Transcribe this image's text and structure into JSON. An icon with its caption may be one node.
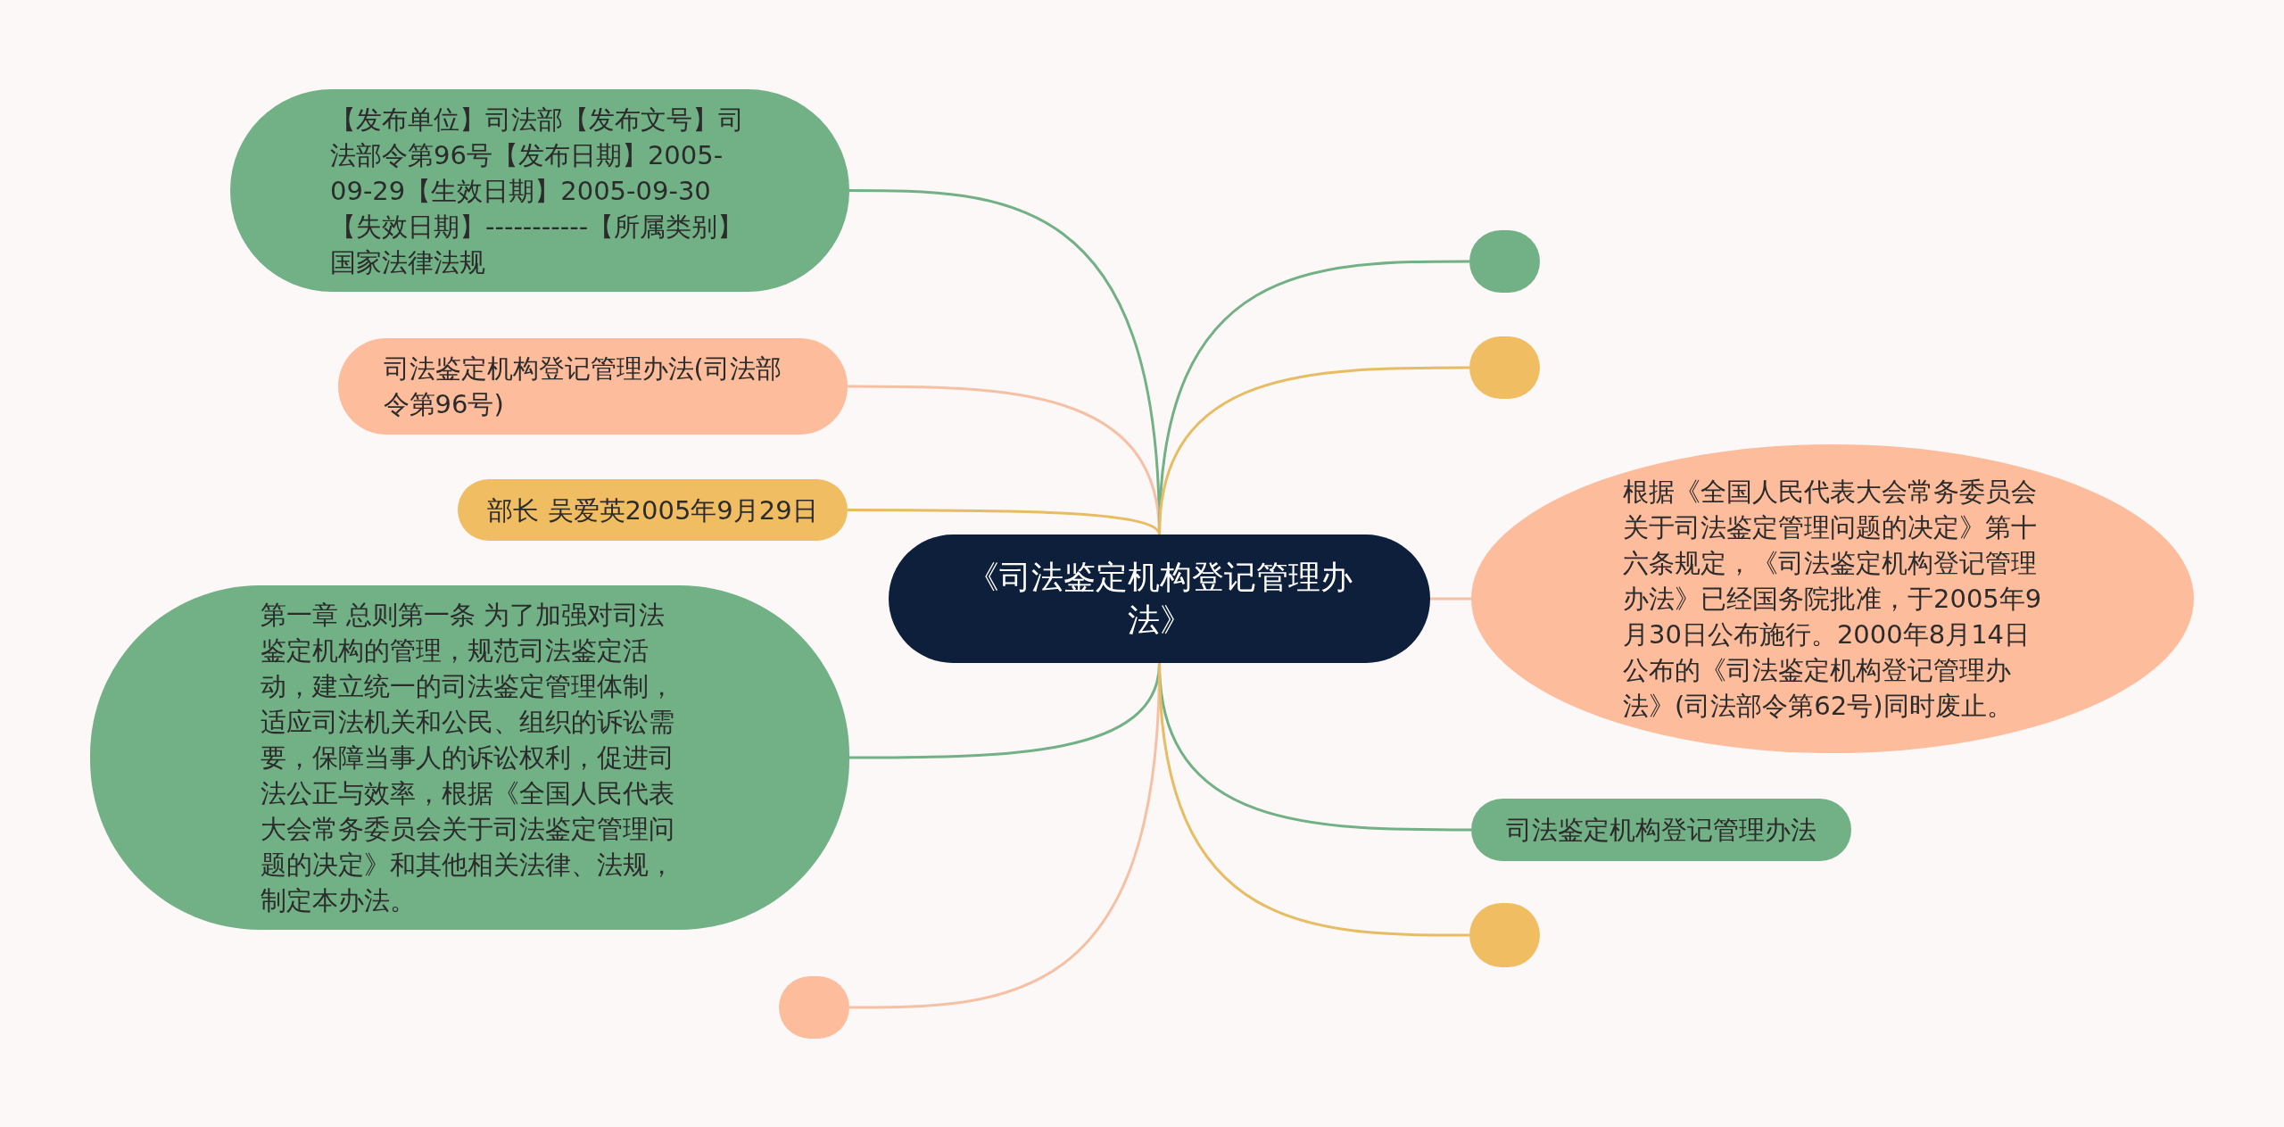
{
  "diagram": {
    "nodes": [
      {
        "text": [
          "《司法鉴定机构登记管理办法》"
        ]
      },
      {
        "text": [
          "【发布单位】司法部【发布文号】司法部令第96号【发布日期】2005-09-29【生效日期】2005-09-30【失效日期】-----------【所属类别】国家法律法规"
        ]
      },
      {
        "text": [
          "司法鉴定机构登记管理办法(司法部令第96号)"
        ]
      },
      {
        "text": [
          "部长 吴爱英2005年9月29日"
        ]
      },
      {
        "text": [
          "第一章 总则第一条 为了加强对司法鉴定机构的管理，规范司法鉴定活动，建立统一的司法鉴定管理体制，适应司法机关和公民、组织的诉讼需要，保障当事人的诉讼权利，促进司法公正与效率，根据《全国人民代表大会常务委员会关于司法鉴定管理问题的决定》和其他相关法律、法规，制定本办法。"
        ]
      },
      {
        "text": [],
        "shape": "box"
      },
      {
        "text": [],
        "shape": "box"
      },
      {
        "text": [],
        "shape": "box"
      },
      {
        "text": [
          "根据《全国人民代表大会常务委员会关于司法鉴定管理问题的决定》第十六条规定，《司法鉴定机构登记管理办法》已经国务院批准，于2005年9月30日公布施行。2000年8月14日公布的《司法鉴定机构登记管理办法》(司法部令第62号)同时废止。"
        ]
      },
      {
        "text": [
          "司法鉴定机构登记管理办法"
        ]
      },
      {
        "text": [],
        "shape": "box"
      }
    ],
    "edges": [
      {
        "from": 0,
        "to": 1,
        "arrow": "none",
        "color": "#72b086"
      },
      {
        "from": 0,
        "to": 2,
        "arrow": "none",
        "color": "#f5c1a5"
      },
      {
        "from": 0,
        "to": 3,
        "arrow": "none",
        "color": "#e7bc62"
      },
      {
        "from": 0,
        "to": 4,
        "arrow": "none",
        "color": "#72b086"
      },
      {
        "from": 0,
        "to": 5,
        "arrow": "none",
        "color": "#f5c1a5"
      },
      {
        "from": 0,
        "to": 6,
        "arrow": "none",
        "color": "#72b086"
      },
      {
        "from": 0,
        "to": 7,
        "arrow": "none",
        "color": "#e7bc62"
      },
      {
        "from": 0,
        "to": 8,
        "arrow": "none",
        "color": "#f5c1a5"
      },
      {
        "from": 0,
        "to": 9,
        "arrow": "none",
        "color": "#72b086"
      },
      {
        "from": 0,
        "to": 10,
        "arrow": "none",
        "color": "#e7bc62"
      }
    ]
  }
}
